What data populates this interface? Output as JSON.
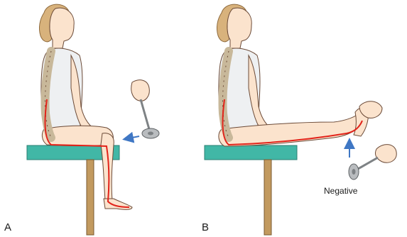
{
  "panels": [
    {
      "id": "A",
      "letter": "A"
    },
    {
      "id": "B",
      "letter": "B",
      "result_label": "Negative"
    }
  ],
  "colors": {
    "skin": "#fbe3cd",
    "skin_line": "#6b4a37",
    "hair": "#d8b27c",
    "garment": "#eef0f2",
    "spine_bone": "#f6f3e8",
    "nerve": "#e2231a",
    "table_top": "#41b7a6",
    "table_leg": "#c29a5f",
    "hammer": "#7e8285",
    "arrow": "#3f77c4"
  },
  "icons": [
    "reflex-hammer-icon",
    "arrow-icon"
  ]
}
